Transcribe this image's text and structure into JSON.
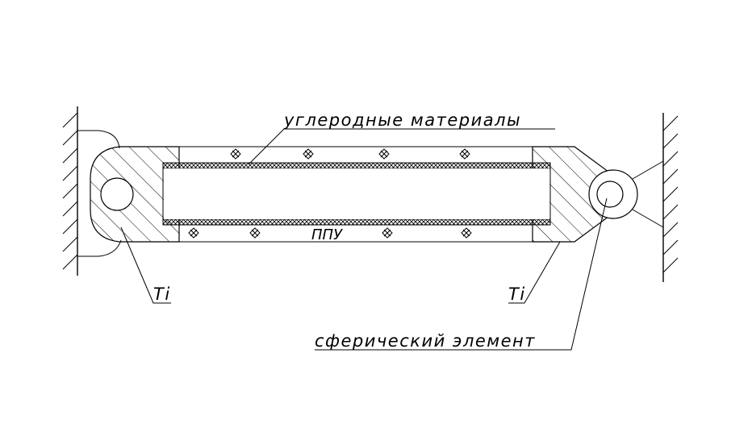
{
  "labels": {
    "carbon": "углеродные материалы",
    "ppu": "ППУ",
    "ti_left": "Ti",
    "ti_right": "Ti",
    "sphere": "сферический элемент"
  },
  "colors": {
    "line": "#000000",
    "background": "#ffffff"
  }
}
